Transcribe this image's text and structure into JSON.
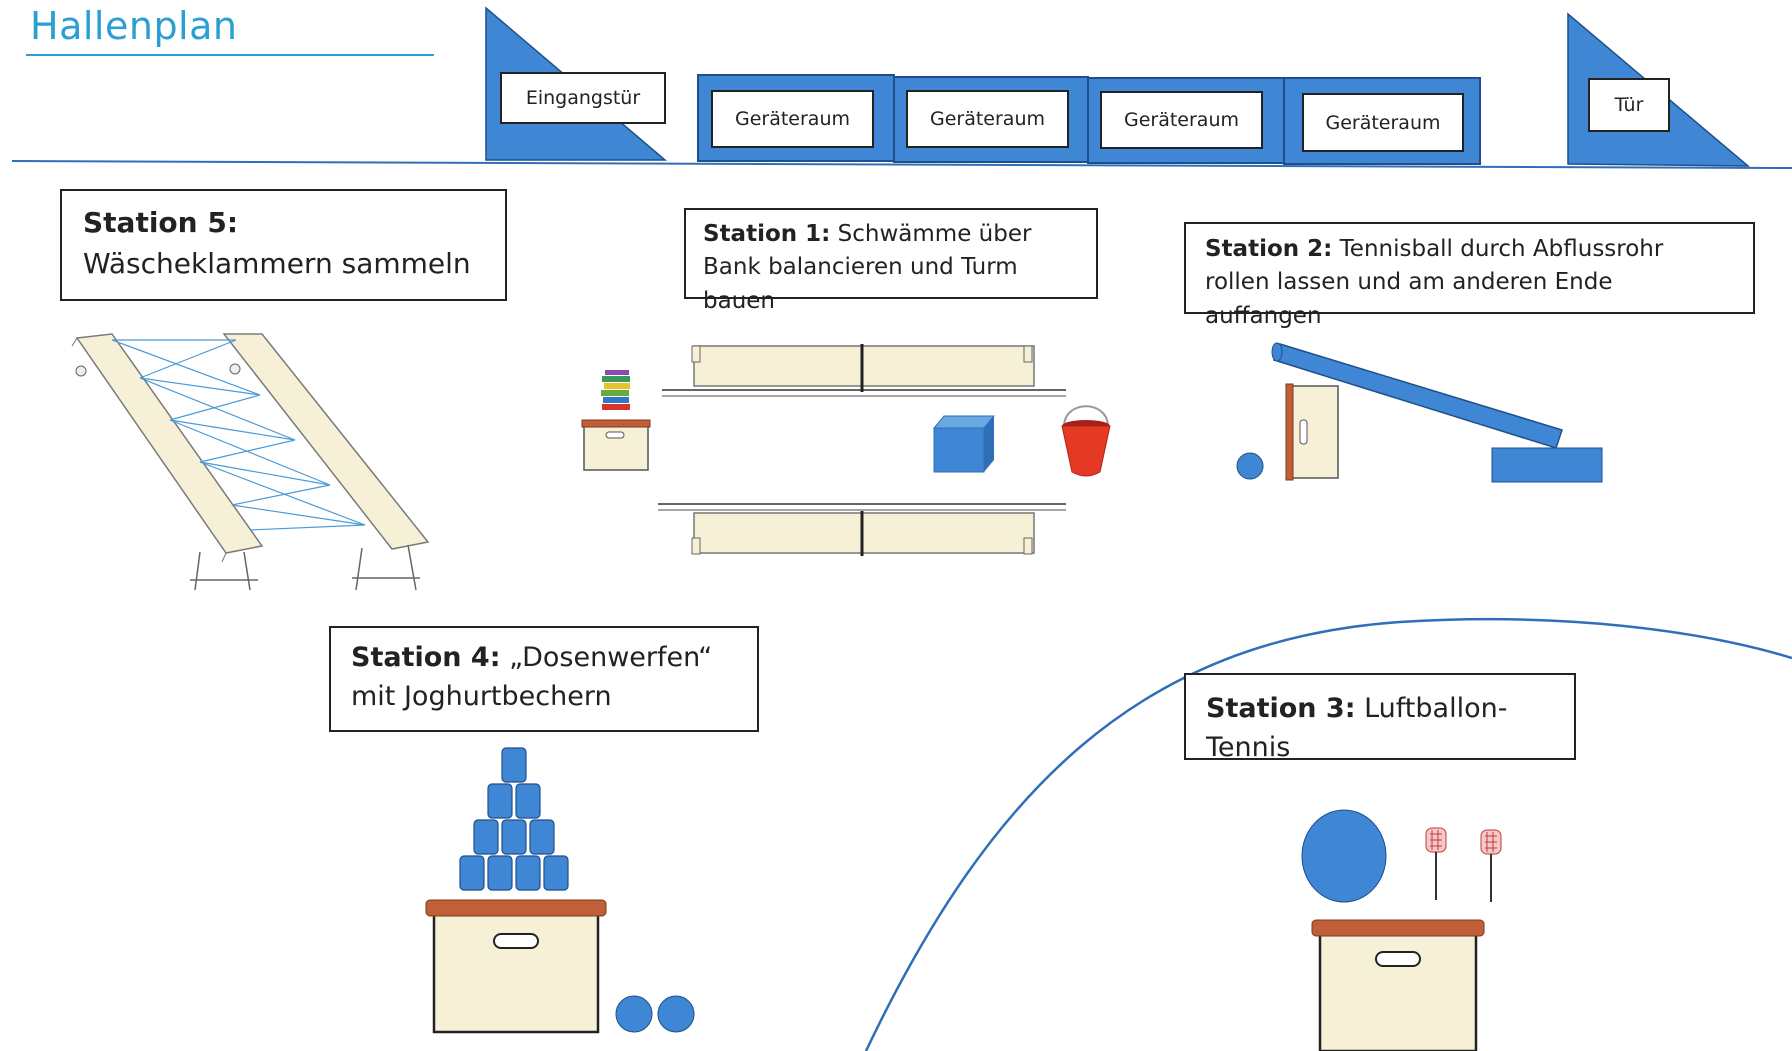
{
  "title": "Hallenplan",
  "doors": {
    "entrance": "Eingangstür",
    "storage_1": "Geräteraum",
    "storage_2": "Geräteraum",
    "storage_3": "Geräteraum",
    "storage_4": "Geräteraum",
    "door": "Tür"
  },
  "stations": {
    "s5": {
      "label": "Station 5:",
      "text": "Wäscheklammern sammeln"
    },
    "s1": {
      "label": "Station 1:",
      "text": "Schwämme über Bank balancieren und Turm bauen"
    },
    "s2": {
      "label": "Station 2:",
      "text": "Tennisball durch Abflussrohr rollen lassen und am anderen Ende auffangen"
    },
    "s4": {
      "label": "Station 4:",
      "text": "„Dosenwerfen“ mit Joghurtbechern"
    },
    "s3": {
      "label": "Station 3:",
      "text": "Luftballon-Tennis"
    }
  },
  "colors": {
    "title": "#2a9fd0",
    "accent_blue": "#3f87d4",
    "bench": "#f6f0d6",
    "box_lid": "#c15f38",
    "bucket": "#e43a25"
  }
}
